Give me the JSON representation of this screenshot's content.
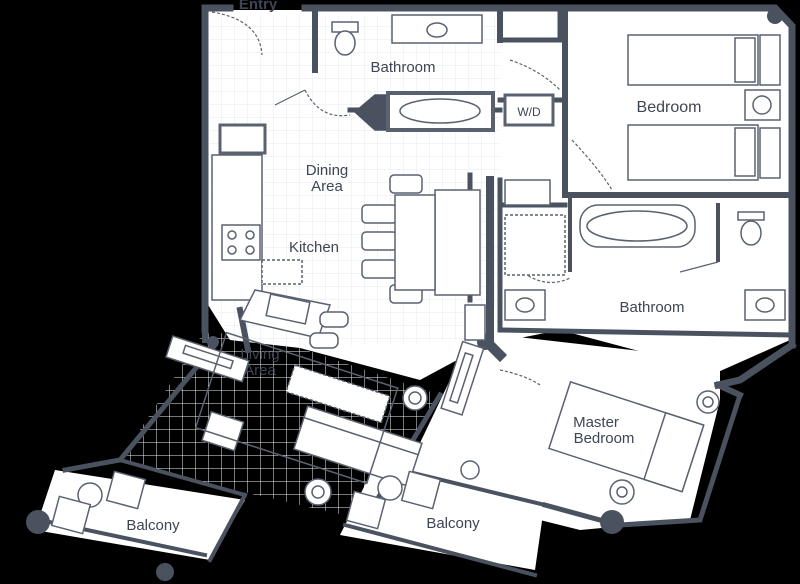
{
  "plan": {
    "labels": {
      "entry": "Entry",
      "bathroom_1": "Bathroom",
      "bedroom": "Bedroom",
      "washer_dryer": "W/D",
      "dining_area_1": "Dining",
      "dining_area_2": "Area",
      "kitchen": "Kitchen",
      "bathroom_2": "Bathroom",
      "living_area_1": "Living",
      "living_area_2": "Area",
      "master_bedroom_1": "Master",
      "master_bedroom_2": "Bedroom",
      "balcony_left": "Balcony",
      "balcony_right": "Balcony"
    },
    "colors": {
      "background": "#000000",
      "floor": "#ffffff",
      "grid": "#e6e8eb",
      "wall": "#4a5260",
      "fixture": "#5a6270",
      "text": "#3d4654"
    }
  }
}
